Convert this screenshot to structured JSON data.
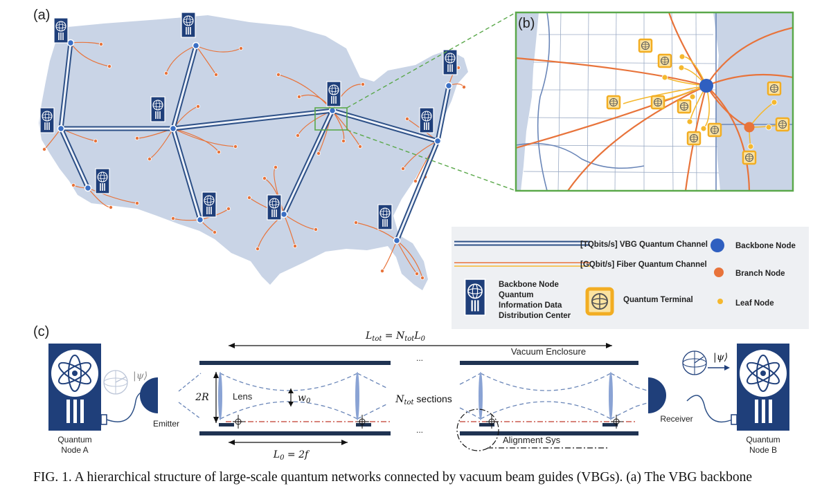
{
  "panels": {
    "a": "(a)",
    "b": "(b)",
    "c": "(c)"
  },
  "legend": {
    "vbg_channel": "[TQbits/s] VBG Quantum Channel",
    "fiber_channel": "[GQbit/s] Fiber Quantum Channel",
    "backbone_node": "Backbone Node",
    "branch_node": "Branch Node",
    "leaf_node": "Leaf Node",
    "center_line1": "Backbone Node",
    "center_line2": "Quantum",
    "center_line3": "Information Data",
    "center_line4": "Distribution Center",
    "quantum_terminal": "Quantum Terminal"
  },
  "schematic": {
    "ltot_lhs": "L",
    "ltot_lhs_sub": "tot",
    "ltot_eq": " = N",
    "ltot_n_sub": "tot",
    "ltot_l0": "L",
    "ltot_l0_sub": "0",
    "ellipsis_top": "...",
    "ellipsis_bottom": "...",
    "vacuum_enclosure": "Vacuum Enclosure",
    "two_r": "2R",
    "lens": "Lens",
    "w0": "w",
    "w0_sub": "0",
    "ntot": "N",
    "ntot_sub": "tot",
    "sections": " sections",
    "l0_label": "L",
    "l0_sub": "0",
    "l0_eq": " = 2f",
    "alignment": "Alignment Sys",
    "emitter": "Emitter",
    "receiver": "Receiver",
    "node_a_line1": "Quantum",
    "node_a_line2": "Node A",
    "node_b_line1": "Quantum",
    "node_b_line2": "Node B",
    "psi_left": "|ψ⟩",
    "psi_right": "|ψ⟩"
  },
  "caption": "FIG. 1.    A hierarchical structure of large-scale quantum networks connected by vacuum beam guides (VBGs). (a) The VBG backbone",
  "colors": {
    "map_fill": "#c9d4e6",
    "vbg_blue": "#2c4f86",
    "backbone_blue": "#3a6fc4",
    "fiber_orange": "#e8733a",
    "leaf_yellow": "#f5b82e",
    "node_navy": "#1f3f7a",
    "inset_border": "#5aa84a"
  }
}
